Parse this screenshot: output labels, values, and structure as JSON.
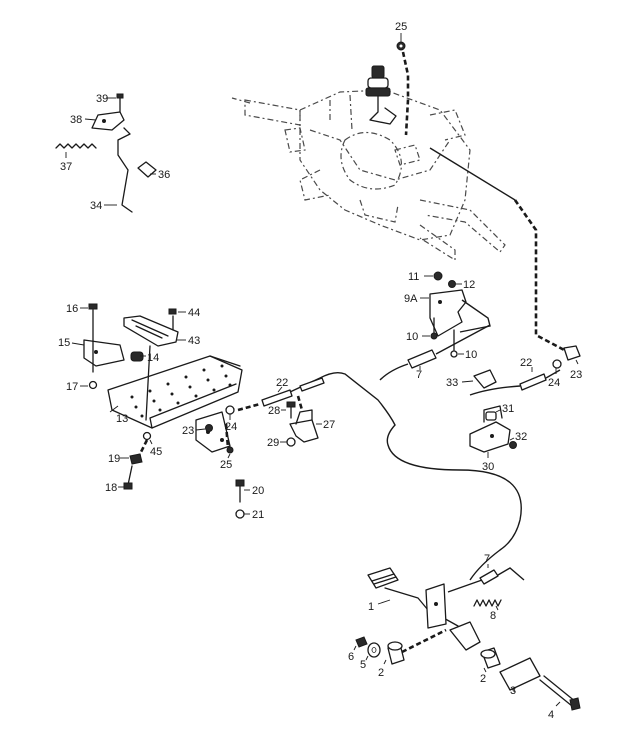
{
  "callouts": {
    "c1": "1",
    "c2a": "2",
    "c2b": "2",
    "c3": "3",
    "c4": "4",
    "c5": "5",
    "c6": "6",
    "c7a": "7",
    "c7b": "7",
    "c8": "8",
    "c9A": "9A",
    "c10a": "10",
    "c10b": "10",
    "c11": "11",
    "c12": "12",
    "c13": "13",
    "c14": "14",
    "c15": "15",
    "c16": "16",
    "c17": "17",
    "c18": "18",
    "c19": "19",
    "c20": "20",
    "c21": "21",
    "c22a": "22",
    "c22b": "22",
    "c23a": "23",
    "c23b": "23",
    "c24a": "24",
    "c24b": "24",
    "c25a": "25",
    "c25b": "25",
    "c27": "27",
    "c28": "28",
    "c29": "29",
    "c30": "30",
    "c31": "31",
    "c32": "32",
    "c33": "33",
    "c34": "34",
    "c36": "36",
    "c37": "37",
    "c38": "38",
    "c39": "39",
    "c43": "43",
    "c44": "44",
    "c45": "45"
  }
}
